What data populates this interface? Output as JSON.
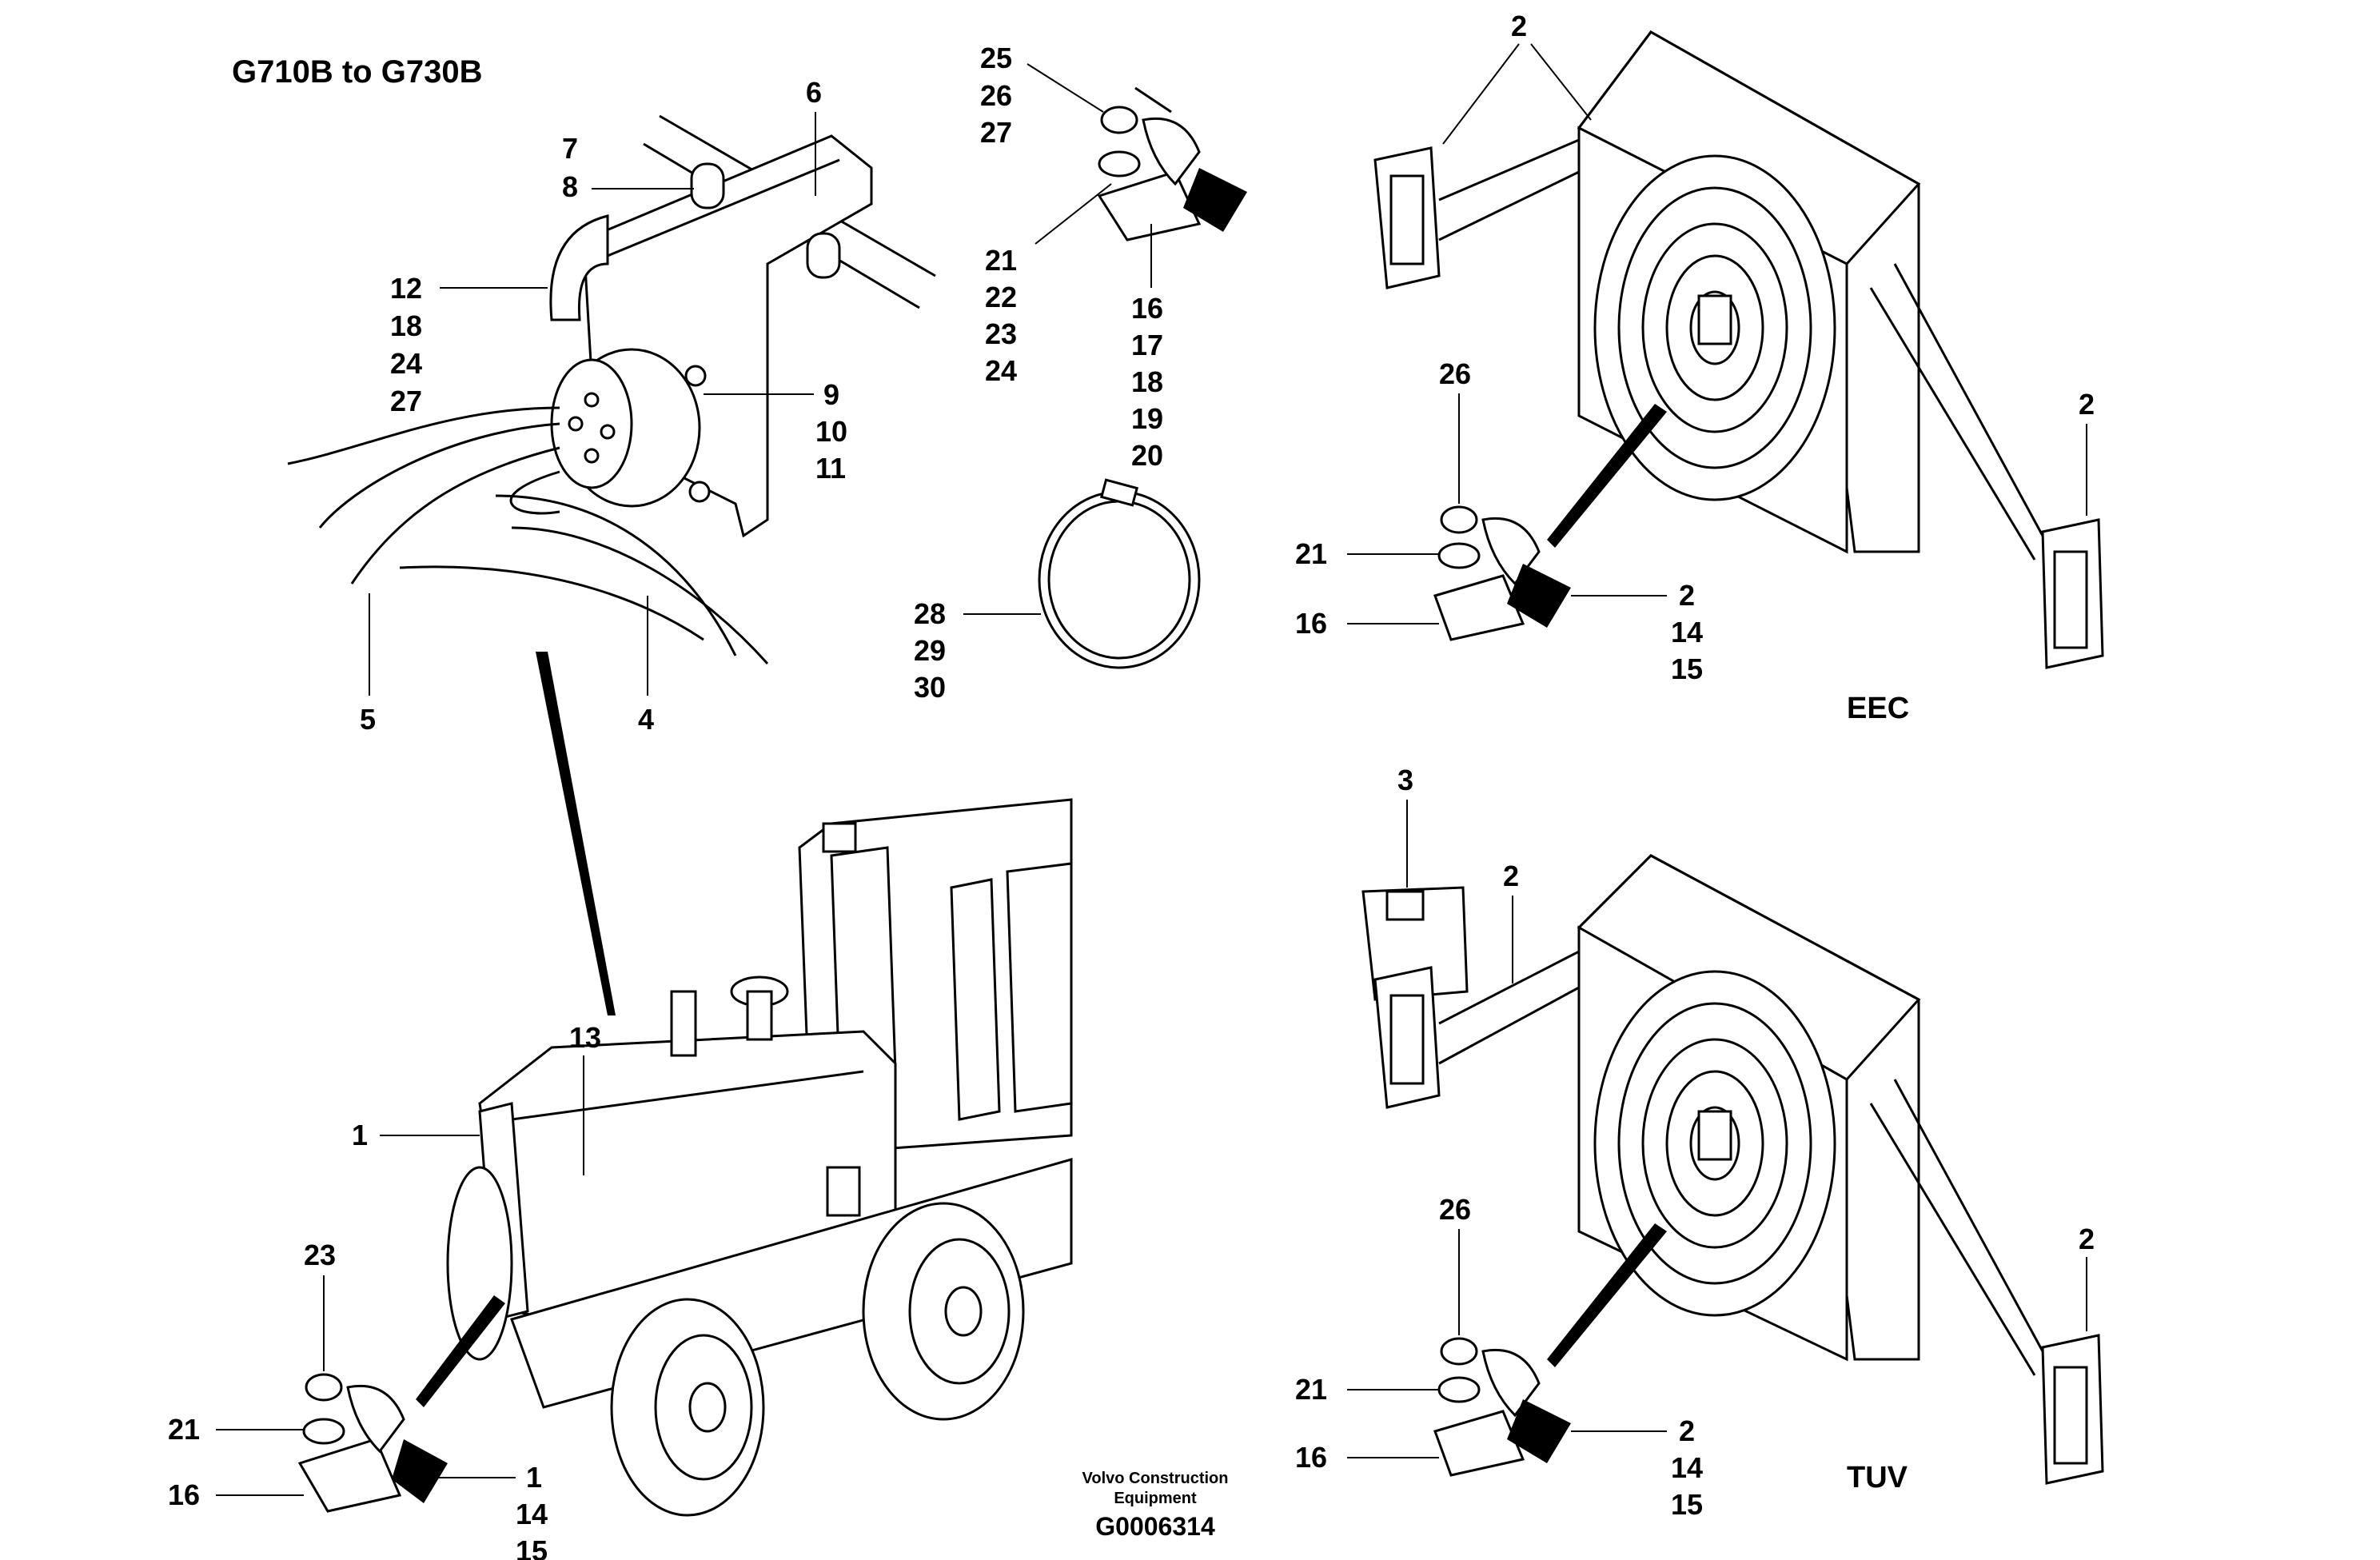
{
  "title": "G710B to G730B",
  "variants": {
    "eec": "EEC",
    "tuv": "TUV"
  },
  "footer": {
    "company_line1": "Volvo Construction",
    "company_line2": "Equipment",
    "code": "G0006314"
  },
  "callouts": {
    "c6": "6",
    "c7": "7",
    "c8": "8",
    "c12": "12",
    "c18a": "18",
    "c24a": "24",
    "c27a": "27",
    "c9": "9",
    "c10": "10",
    "c11": "11",
    "c5": "5",
    "c4": "4",
    "c25": "25",
    "c26a": "26",
    "c27b": "27",
    "c21a": "21",
    "c22": "22",
    "c23a": "23",
    "c24b": "24",
    "c16a": "16",
    "c17": "17",
    "c18b": "18",
    "c19": "19",
    "c20": "20",
    "c28": "28",
    "c29": "29",
    "c30": "30",
    "c13": "13",
    "c1a": "1",
    "c23b": "23",
    "c21b": "21",
    "c16b": "16",
    "c1b": "1",
    "c14a": "14",
    "c15a": "15",
    "e2a": "2",
    "e2b": "2",
    "e26": "26",
    "e21": "21",
    "e16": "16",
    "e2c": "2",
    "e14": "14",
    "e15": "15",
    "t3": "3",
    "t2a": "2",
    "t2b": "2",
    "t26": "26",
    "t21": "21",
    "t16": "16",
    "t2c": "2",
    "t14": "14",
    "t15": "15"
  }
}
